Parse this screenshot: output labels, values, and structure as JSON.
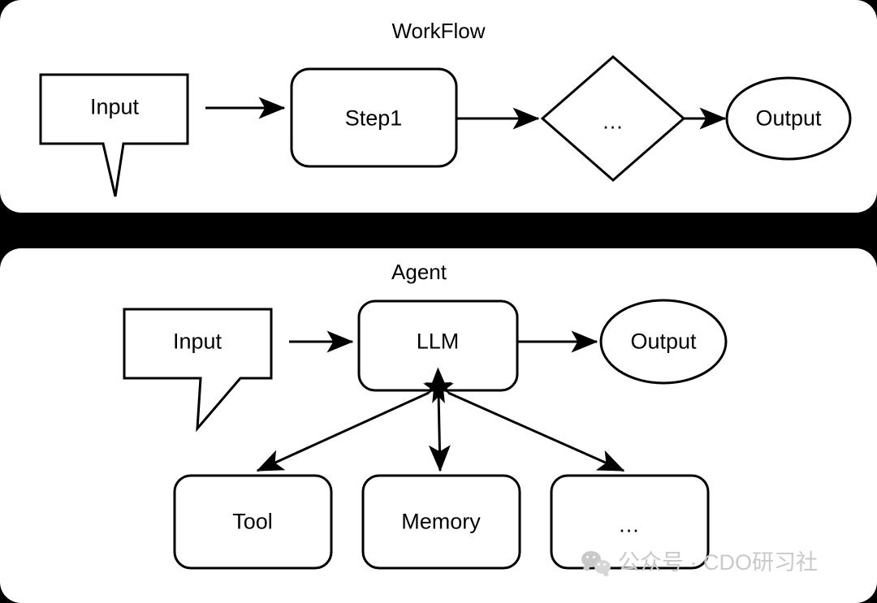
{
  "canvas": {
    "background_color": "#000000",
    "panel_color": "#ffffff",
    "stroke_color": "#000000"
  },
  "panels": [
    {
      "id": "workflow",
      "title": "WorkFlow",
      "nodes": [
        {
          "id": "wf-input",
          "label": "Input",
          "shape": "callout"
        },
        {
          "id": "wf-step1",
          "label": "Step1",
          "shape": "rounded-rect"
        },
        {
          "id": "wf-dots",
          "label": "...",
          "shape": "diamond"
        },
        {
          "id": "wf-output",
          "label": "Output",
          "shape": "ellipse"
        }
      ],
      "edges": [
        {
          "from": "wf-input",
          "to": "wf-step1",
          "direction": "forward"
        },
        {
          "from": "wf-step1",
          "to": "wf-dots",
          "direction": "forward"
        },
        {
          "from": "wf-dots",
          "to": "wf-output",
          "direction": "forward"
        }
      ]
    },
    {
      "id": "agent",
      "title": "Agent",
      "nodes": [
        {
          "id": "ag-input",
          "label": "Input",
          "shape": "callout"
        },
        {
          "id": "ag-llm",
          "label": "LLM",
          "shape": "rounded-rect"
        },
        {
          "id": "ag-output",
          "label": "Output",
          "shape": "ellipse"
        },
        {
          "id": "ag-tool",
          "label": "Tool",
          "shape": "rounded-rect"
        },
        {
          "id": "ag-memory",
          "label": "Memory",
          "shape": "rounded-rect"
        },
        {
          "id": "ag-dots",
          "label": "...",
          "shape": "rounded-rect"
        }
      ],
      "edges": [
        {
          "from": "ag-input",
          "to": "ag-llm",
          "direction": "forward"
        },
        {
          "from": "ag-llm",
          "to": "ag-output",
          "direction": "forward"
        },
        {
          "from": "ag-llm",
          "to": "ag-tool",
          "direction": "both"
        },
        {
          "from": "ag-llm",
          "to": "ag-memory",
          "direction": "both"
        },
        {
          "from": "ag-llm",
          "to": "ag-dots",
          "direction": "both"
        }
      ]
    }
  ],
  "watermark": {
    "icon": "wechat-icon",
    "text": "公众号 · CDO研习社",
    "color": "#c9c9c9"
  }
}
